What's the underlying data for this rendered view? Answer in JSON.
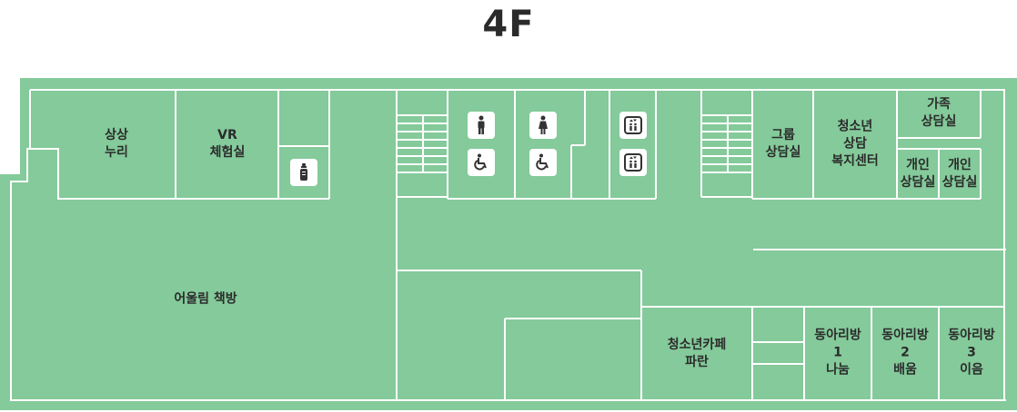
{
  "floor": {
    "title": "4F"
  },
  "colors": {
    "floor_fill": "#84ca9a",
    "wall": "#ffffff",
    "text": "#2b2b2b",
    "icon": "#333333"
  },
  "rooms": {
    "sangsang_nuri": "상상\n누리",
    "vr_room": "VR\n체험실",
    "reading_room": "어울림 책방",
    "group_counseling": "그룹\n상담실",
    "youth_counseling_center": "청소년\n상담\n복지센터",
    "family_counseling": "가족\n상담실",
    "private_counseling_1": "개인\n상담실",
    "private_counseling_2": "개인\n상담실",
    "youth_cafe": "청소년카페\n파란",
    "club_room_1": "동아리방\n1\n나눔",
    "club_room_2": "동아리방\n2\n배움",
    "club_room_3": "동아리방\n3\n이음"
  },
  "icons": {
    "nursing": "baby-bottle-icon",
    "mens_restroom": "man-icon",
    "womens_restroom": "woman-icon",
    "accessible": "wheelchair-icon",
    "elevator": "elevator-icon"
  }
}
